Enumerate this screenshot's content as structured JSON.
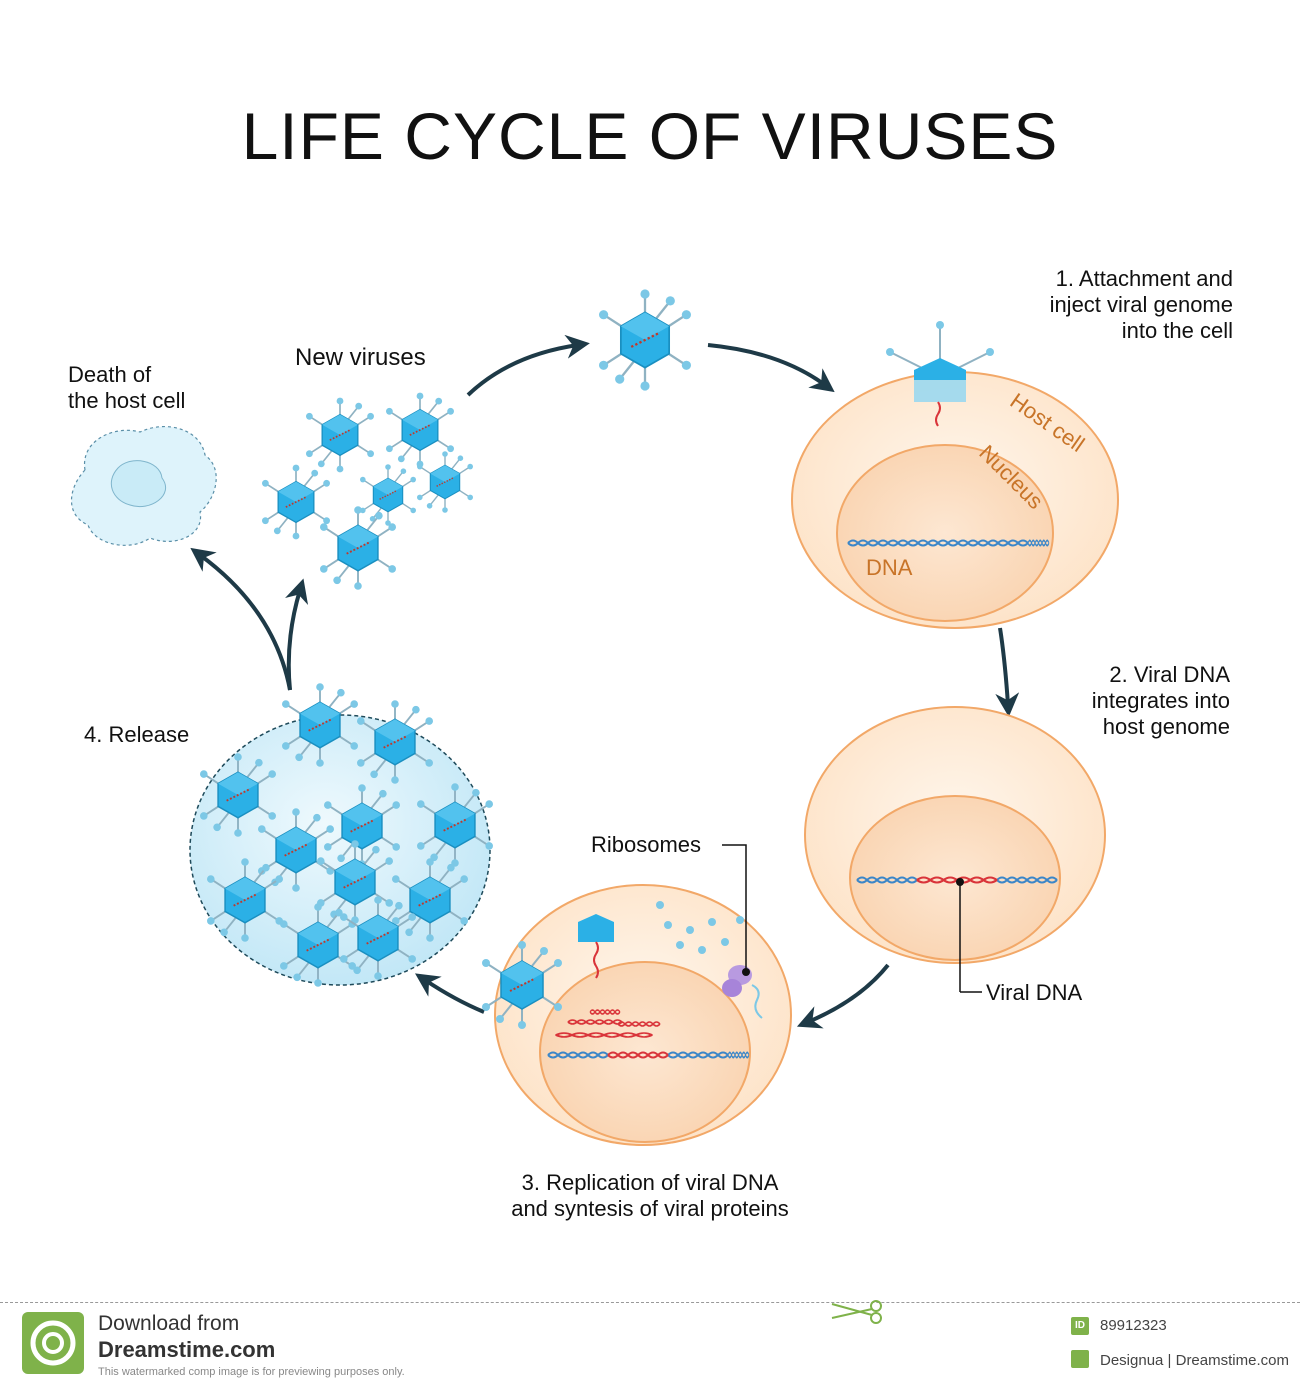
{
  "title": "LIFE CYCLE OF VIRUSES",
  "labels": {
    "step1": [
      "1. Attachment and",
      "inject viral genome",
      "into the cell"
    ],
    "host_cell": "Host cell",
    "nucleus": "Nucleus",
    "dna": "DNA",
    "step2": [
      "2. Viral DNA",
      "integrates into",
      "host genome"
    ],
    "viral_dna": "Viral DNA",
    "ribosomes": "Ribosomes",
    "step3": [
      "3. Replication of viral DNA",
      "and syntesis of viral proteins"
    ],
    "step4": "4. Release",
    "new_viruses": "New viruses",
    "death": [
      "Death of",
      "the host cell"
    ]
  },
  "colors": {
    "virus": "#2bb0e6",
    "cell_fill": "#fde6cf",
    "cell_stroke": "#f2a868",
    "arrow": "#1e3a47",
    "viral_dna": "#d9343a",
    "host_dna": "#3b86c8"
  },
  "footer": {
    "download_from": "Download from",
    "site": "Dreamstime.com",
    "note": "This watermarked comp image is for previewing purposes only.",
    "id_badge": "ID",
    "id_number": "89912323",
    "credit": "Designua | Dreamstime.com"
  }
}
